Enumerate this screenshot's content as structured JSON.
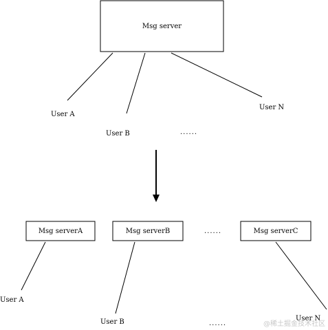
{
  "top": {
    "server": "Msg server",
    "users": [
      "User A",
      "User B",
      "User N"
    ],
    "ellipsis": "......"
  },
  "bottom": {
    "servers": [
      "Msg serverA",
      "Msg serverB",
      "Msg serverC"
    ],
    "users": [
      "User A",
      "User B",
      "User N"
    ],
    "ellipsis_between_servers": "......",
    "ellipsis_between_users": "......"
  },
  "watermark": "@稀土掘金技术社区"
}
